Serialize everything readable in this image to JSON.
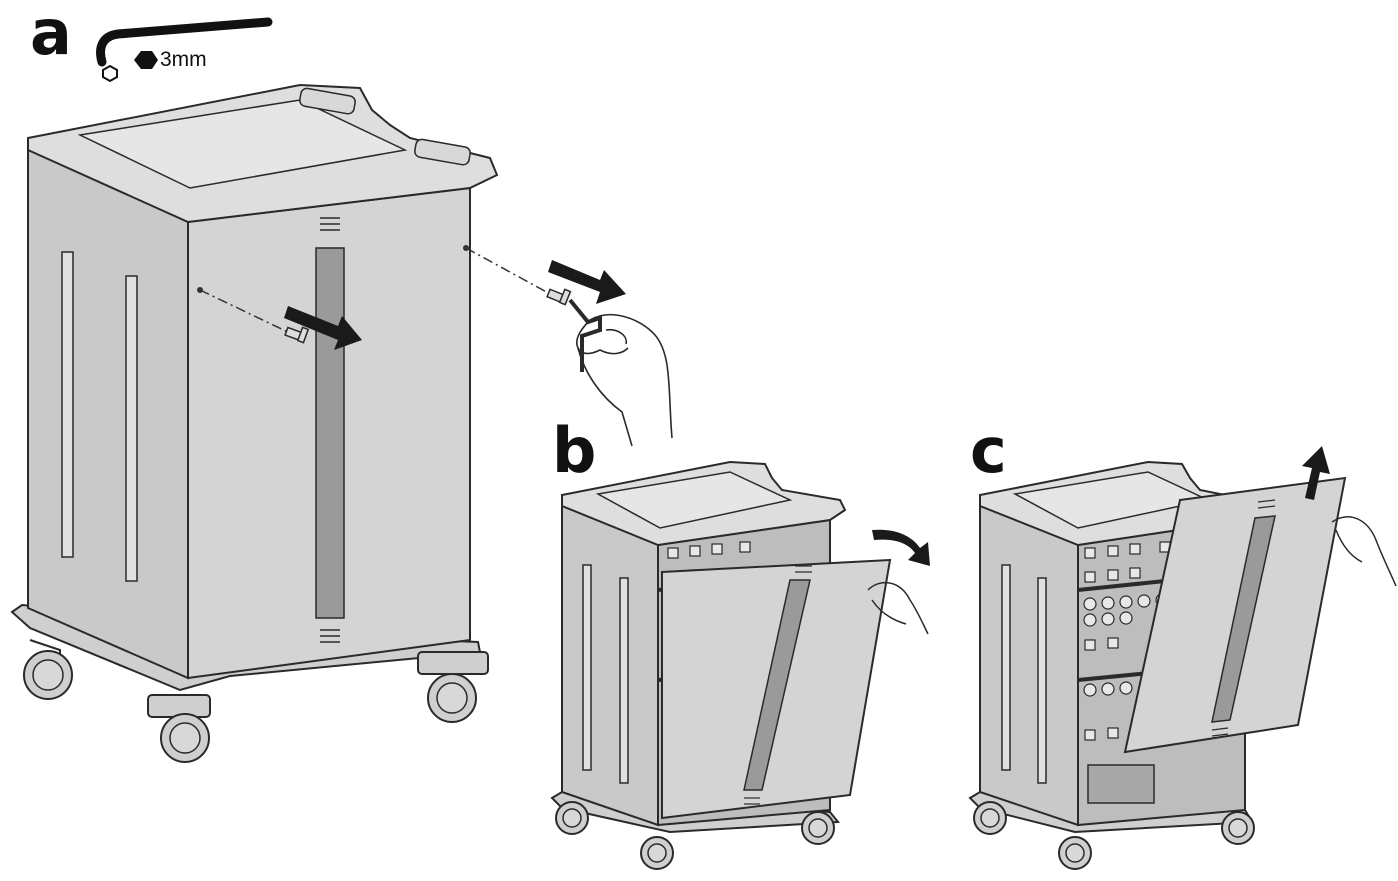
{
  "steps": [
    {
      "label": "a"
    },
    {
      "label": "b"
    },
    {
      "label": "c"
    }
  ],
  "tool": {
    "size": "3mm",
    "icon": "hex-key-icon"
  },
  "colors": {
    "cabinet_body": "#d4d4d4",
    "cabinet_side": "#c9c9c9",
    "top_surface": "#dedede",
    "slot_dark": "#9a9a9a",
    "outline": "#2a2a2a",
    "arrow": "#1a1a1a",
    "background": "#ffffff"
  }
}
